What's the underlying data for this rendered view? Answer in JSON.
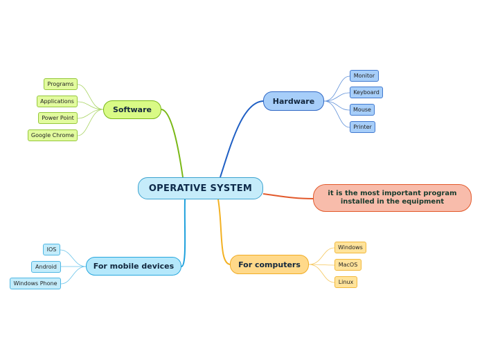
{
  "diagram": {
    "central": "OPERATIVE SYSTEM",
    "note": "it is the most important program installed in the equipment",
    "branches": {
      "software": {
        "label": "Software",
        "color": "#7ab817",
        "items": [
          "Programs",
          "Applications",
          "Power Point",
          "Google Chrome"
        ]
      },
      "hardware": {
        "label": "Hardware",
        "color": "#1f5fc4",
        "items": [
          "Monitor",
          "Keyboard",
          "Mouse",
          "Printer"
        ]
      },
      "mobile": {
        "label": "For mobile devices",
        "color": "#1ea0dc",
        "items": [
          "IOS",
          "Android",
          "Windows Phone"
        ]
      },
      "computers": {
        "label": "For computers",
        "color": "#f3b122",
        "items": [
          "Windows",
          "MacOS",
          "Linux"
        ]
      }
    },
    "note_color": "#e2582a"
  }
}
